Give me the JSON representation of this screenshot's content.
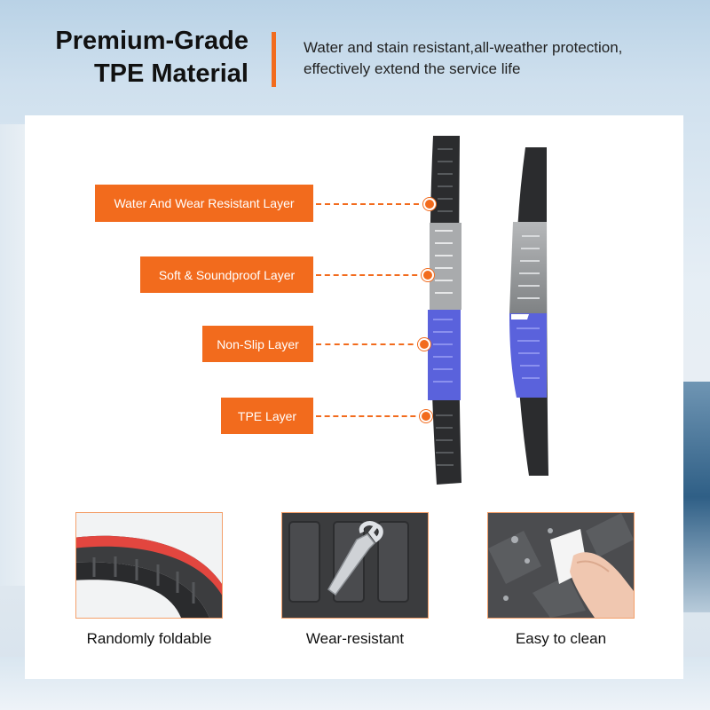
{
  "header": {
    "headline_line1": "Premium-Grade",
    "headline_line2": "TPE Material",
    "description_line1": "Water and stain resistant,all-weather protection,",
    "description_line2": "effectively extend the service life"
  },
  "layers": [
    {
      "label": "Water And Wear Resistant Layer"
    },
    {
      "label": "Soft & Soundproof Layer"
    },
    {
      "label": "Non-Slip Layer"
    },
    {
      "label": "TPE Layer"
    }
  ],
  "features": [
    {
      "caption": "Randomly foldable"
    },
    {
      "caption": "Wear-resistant"
    },
    {
      "caption": "Easy to clean"
    }
  ],
  "colors": {
    "accent": "#f26b1d",
    "layer_black": "#2b2c2e",
    "layer_grey": "#a9abad",
    "layer_blue": "#5a62dc"
  }
}
